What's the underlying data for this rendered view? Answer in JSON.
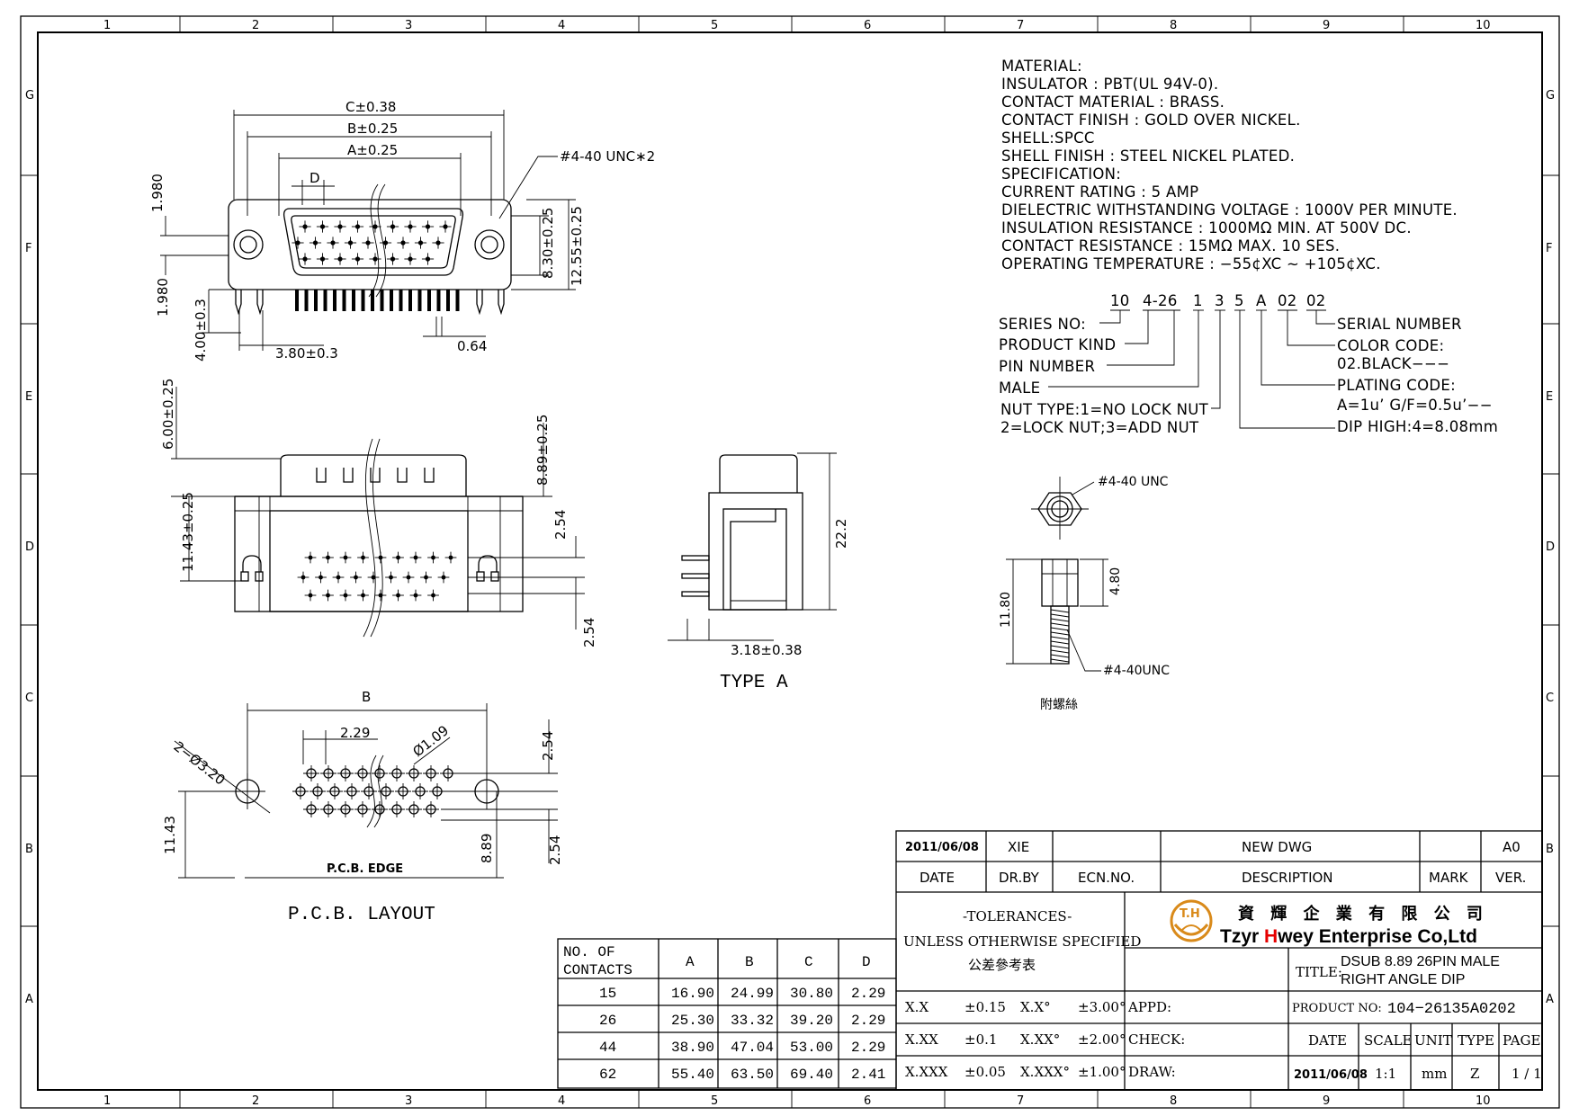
{
  "frame": {
    "cols": [
      "1",
      "2",
      "3",
      "4",
      "5",
      "6",
      "7",
      "8",
      "9",
      "10"
    ],
    "rows": [
      "G",
      "F",
      "E",
      "D",
      "C",
      "B",
      "A"
    ]
  },
  "spec": {
    "lines": [
      "MATERIAL:",
      "INSULATOR : PBT(UL 94V-0).",
      "CONTACT  MATERIAL : BRASS.",
      "CONTACT  FINISH : GOLD  OVER  NICKEL.",
      "SHELL:SPCC",
      "SHELL  FINISH : STEEL  NICKEL  PLATED.",
      "SPECIFICATION:",
      "CURRENT  RATING : 5  AMP",
      "DIELECTRIC  WITHSTANDING  VOLTAGE : 1000V  PER  MINUTE.",
      "INSULATION  RESISTANCE : 1000MΩ       MIN.  AT  500V  DC.",
      "CONTACT  RESISTANCE      : 15MΩ      MAX.  10  SES.",
      "OPERATING  TEMPERATURE : −55¢XC  ∼  +105¢XC."
    ]
  },
  "part_code": {
    "segments": [
      "10",
      "4-26",
      "1",
      "3",
      "5",
      "A",
      "02",
      "02"
    ],
    "left_labels": [
      "SERIES  NO:",
      "PRODUCT  KIND",
      "PIN  NUMBER",
      "MALE",
      "NUT TYPE:1=NO LOCK NUT",
      "2=LOCK  NUT;3=ADD  NUT"
    ],
    "right_labels": [
      "SERIAL  NUMBER",
      "COLOR  CODE:",
      "02.BLACK−−−",
      "PLATING  CODE:",
      "A=1u’ G/F=0.5u’−−",
      "DIP  HIGH:4=8.08mm"
    ]
  },
  "front_view": {
    "dims": [
      "C±0.38",
      "B±0.25",
      "A±0.25",
      "D",
      "#4-40  UNC∗2",
      "1.980",
      "1.980",
      "8.30±0.25",
      "12.55±0.25",
      "4.00±0.3",
      "3.80±0.3",
      "0.64"
    ]
  },
  "top_view": {
    "dims": [
      "6.00±0.25",
      "8.89±0.25",
      "11.43±0.25",
      "2.54",
      "2.54"
    ]
  },
  "side_view": {
    "dims": [
      "22.2",
      "3.18±0.38"
    ],
    "caption": "TYPE  A"
  },
  "pcb_layout": {
    "dims": [
      "B",
      "2.29",
      "2−Ø3.20",
      "Ø1.09",
      "2.54",
      "2.54",
      "11.43",
      "8.89"
    ],
    "edge_label": "P.C.B. EDGE",
    "caption": "P.C.B.  LAYOUT"
  },
  "screw": {
    "label_top": "#4-40  UNC",
    "label_bottom": "#4-40UNC",
    "dims": [
      "11.80",
      "4.80"
    ],
    "note": "附螺絲"
  },
  "contacts_table": {
    "headers": [
      "NO.   OF\nCONTACTS",
      "A",
      "B",
      "C",
      "D"
    ],
    "header_line1": "NO.    OF",
    "header_line2": "CONTACTS",
    "rows": [
      [
        "15",
        "16.90",
        "24.99",
        "30.80",
        "2.29"
      ],
      [
        "26",
        "25.30",
        "33.32",
        "39.20",
        "2.29"
      ],
      [
        "44",
        "38.90",
        "47.04",
        "53.00",
        "2.29"
      ],
      [
        "62",
        "55.40",
        "63.50",
        "69.40",
        "2.41"
      ]
    ]
  },
  "title_block": {
    "rev_row": {
      "date": "2011/06/08",
      "by": "XIE",
      "ecn": "",
      "description": "NEW  DWG",
      "mark": "",
      "ver": "A0"
    },
    "rev_header": {
      "date": "DATE",
      "by": "DR.BY",
      "ecn": "ECN.NO.",
      "description": "DESCRIPTION",
      "mark": "MARK",
      "ver": "VER."
    },
    "tolerances": {
      "title": "-TOLERANCES-",
      "line2": "UNLESS OTHERWISE SPECIFIED",
      "line3": "公差參考表",
      "rows": [
        [
          "X.X",
          "±0.15",
          "X.X°",
          "±3.00°"
        ],
        [
          "X.XX",
          "±0.1",
          "X.XX°",
          "±2.00°"
        ],
        [
          "X.XXX",
          "±0.05",
          "X.XXX°",
          "±1.00°"
        ]
      ]
    },
    "company": {
      "logo_text": "T.H",
      "chinese": "資 輝 企 業 有 限 公 司",
      "english_pre": "Tzyr ",
      "english_h": "H",
      "english_post": "wey Enterprise Co,Ltd",
      "h_color": "#e60000"
    },
    "title_label": "TITLE:",
    "title_line1": "DSUB 8.89 26PIN MALE",
    "title_line2": "RIGHT ANGLE DIP",
    "appd_label": "APPD:",
    "check_label": "CHECK:",
    "draw_label": "DRAW:",
    "product_no_label": "PRODUCT NO:",
    "product_no": "104−26135A0202",
    "bottom_headers": [
      "DATE",
      "SCALE",
      "UNIT",
      "TYPE",
      "PAGE"
    ],
    "bottom_values": [
      "2011/06/08",
      "1:1",
      "mm",
      "Z",
      "1 / 1"
    ]
  }
}
